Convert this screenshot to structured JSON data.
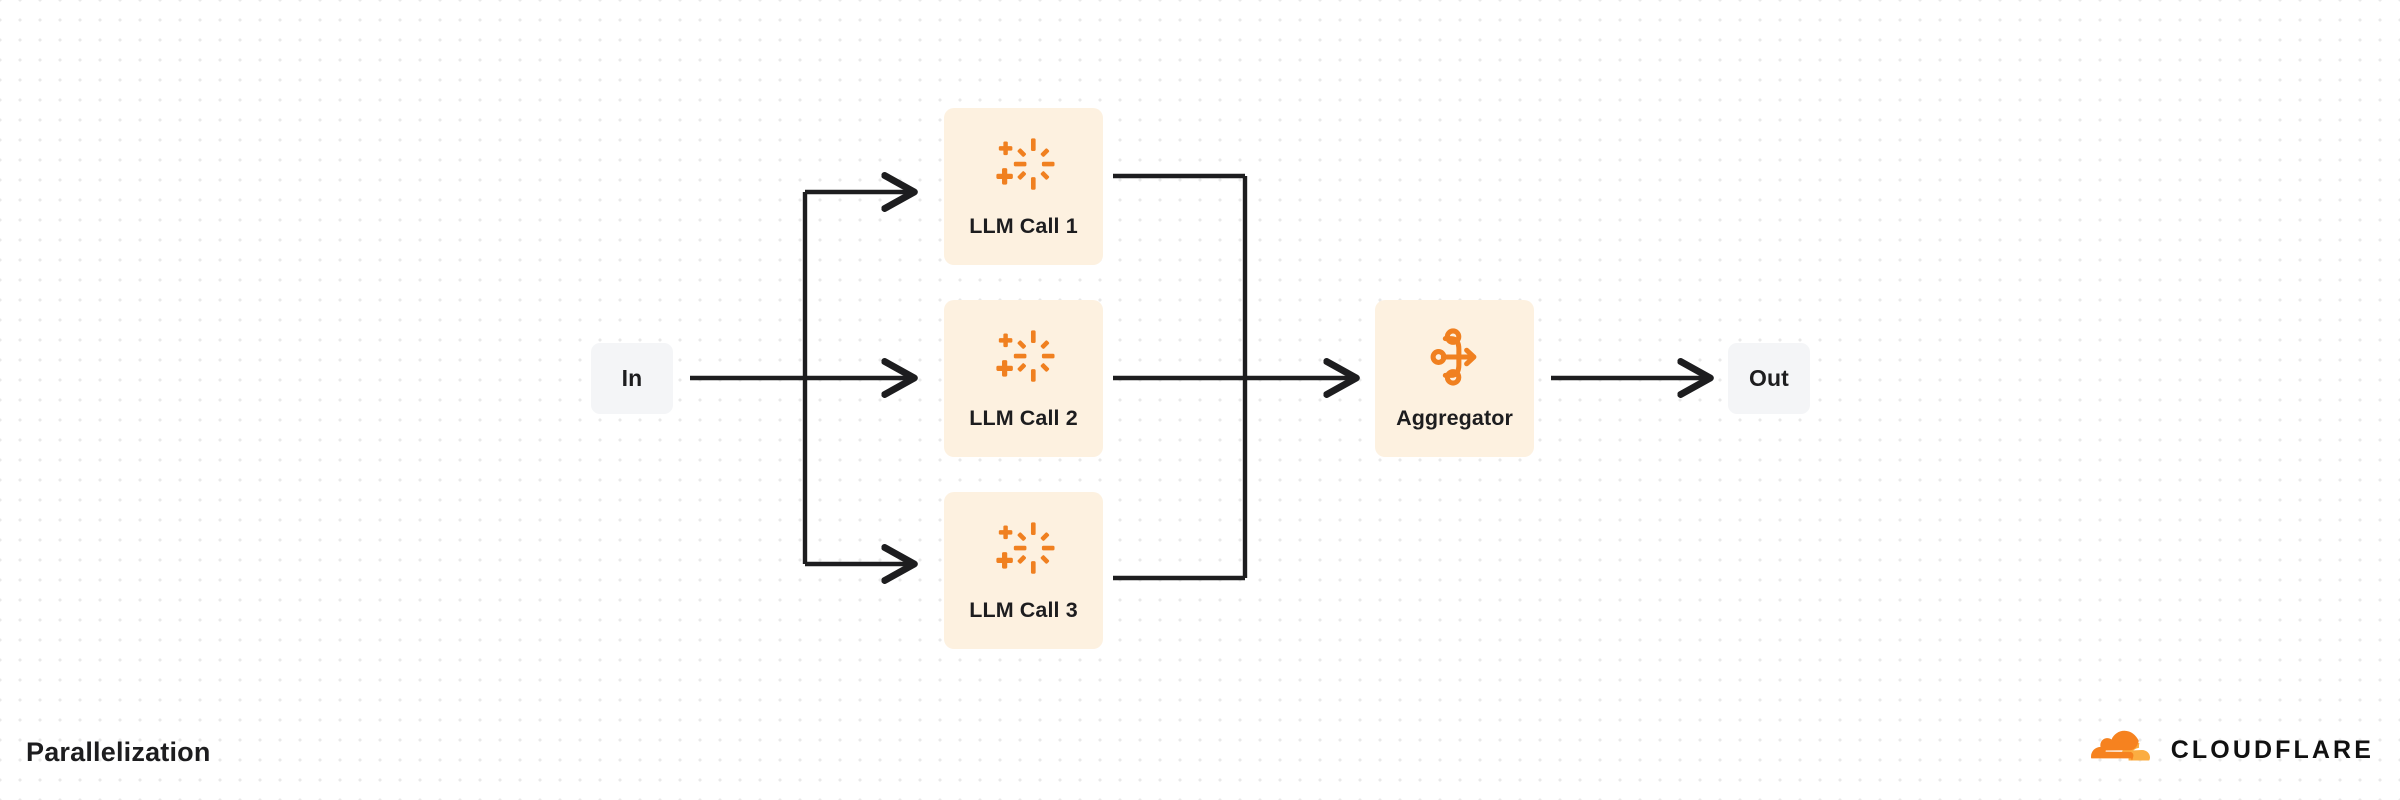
{
  "diagram": {
    "title": "Parallelization",
    "type": "flow-diagram",
    "background": "#ffffff",
    "dot_grid_color": "#e9e9e9",
    "accent_color": "#f08020",
    "card_fill": "#fdf1e0",
    "terminal_fill": "#f4f5f7",
    "edge_color": "#1d1d1f",
    "text_color": "#1d1d1f",
    "nodes": {
      "input": {
        "label": "In",
        "icon": "none",
        "kind": "terminal"
      },
      "llm1": {
        "label": "LLM Call 1",
        "icon": "sparkle-icon",
        "kind": "process"
      },
      "llm2": {
        "label": "LLM Call 2",
        "icon": "sparkle-icon",
        "kind": "process"
      },
      "llm3": {
        "label": "LLM Call 3",
        "icon": "sparkle-icon",
        "kind": "process"
      },
      "aggregator": {
        "label": "Aggregator",
        "icon": "aggregate-merge-icon",
        "kind": "process"
      },
      "output": {
        "label": "Out",
        "icon": "none",
        "kind": "terminal"
      }
    },
    "edges": [
      {
        "from": "In",
        "to": "LLM Call 1",
        "style": "orthogonal-arrow"
      },
      {
        "from": "In",
        "to": "LLM Call 2",
        "style": "straight-arrow"
      },
      {
        "from": "In",
        "to": "LLM Call 3",
        "style": "orthogonal-arrow"
      },
      {
        "from": "LLM Call 1",
        "to": "Aggregator",
        "style": "orthogonal-merge"
      },
      {
        "from": "LLM Call 2",
        "to": "Aggregator",
        "style": "straight-arrow"
      },
      {
        "from": "LLM Call 3",
        "to": "Aggregator",
        "style": "orthogonal-merge"
      },
      {
        "from": "Aggregator",
        "to": "Out",
        "style": "straight-arrow"
      }
    ]
  },
  "brand": {
    "name": "CLOUDFLARE",
    "logo_icon": "cloudflare-cloud-icon",
    "logo_color_primary": "#f6821f",
    "logo_color_secondary": "#fbad41"
  }
}
